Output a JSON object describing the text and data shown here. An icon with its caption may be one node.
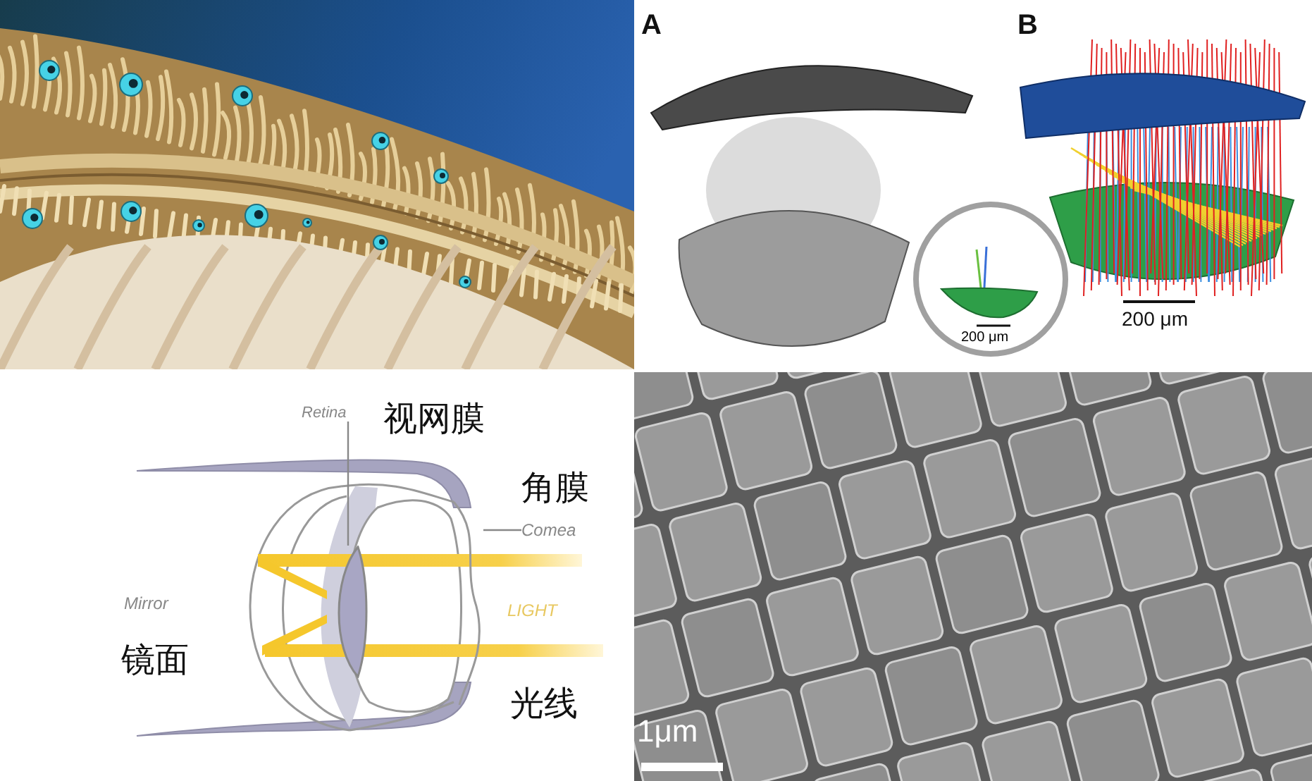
{
  "diagram": {
    "nodes": [
      {
        "text": [
          "200 μm"
        ]
      },
      {
        "text": [
          "Retina"
        ]
      },
      {
        "text": [
          "Comea"
        ]
      },
      {
        "text": [],
        "shape": "picture"
      },
      {
        "text": [],
        "shape": "picture"
      }
    ],
    "edges": [
      {
        "from": 1,
        "to": 3,
        "arrow": "none"
      },
      {
        "from": 2,
        "to": 4,
        "arrow": "none"
      }
    ],
    "labels": [
      "A",
      "B",
      "200 μm",
      "视网膜",
      "角膜",
      "Mirror",
      "LIGHT",
      "镜面",
      "光线",
      "1μm"
    ]
  }
}
